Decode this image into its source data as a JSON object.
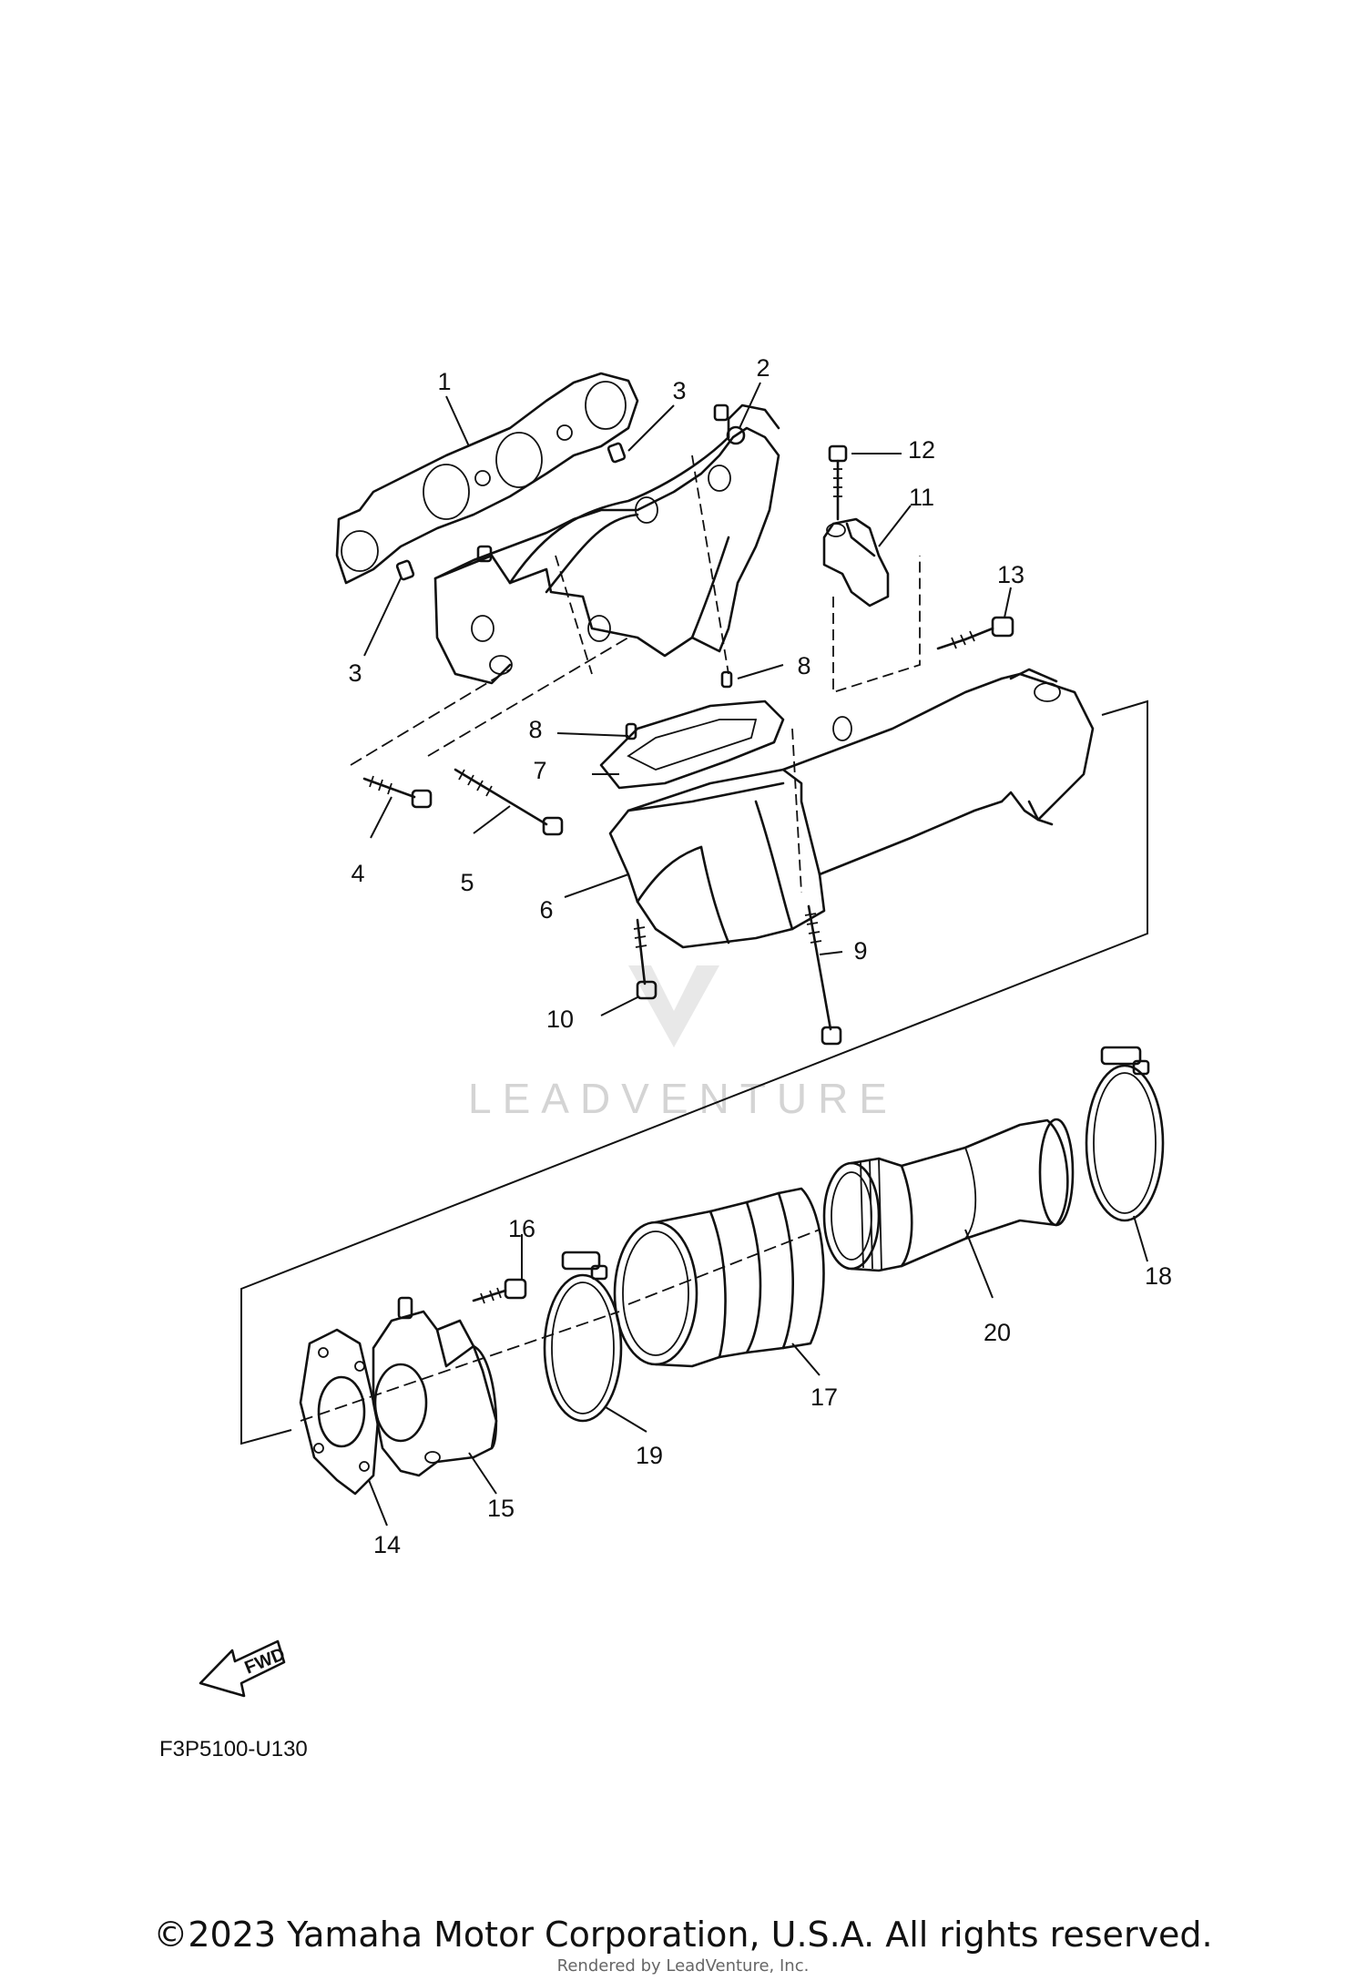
{
  "diagram": {
    "code": "F3P5100-U130",
    "fwd_label": "FWD",
    "watermark": "LEADVENTURE",
    "callouts": [
      "1",
      "2",
      "3",
      "3",
      "4",
      "5",
      "6",
      "7",
      "8",
      "8",
      "9",
      "10",
      "11",
      "12",
      "13",
      "14",
      "15",
      "16",
      "17",
      "18",
      "19",
      "20"
    ]
  },
  "footer": {
    "copyright": "©2023 Yamaha Motor Corporation, U.S.A. All rights reserved.",
    "rendered_by": "Rendered by LeadVenture, Inc."
  }
}
